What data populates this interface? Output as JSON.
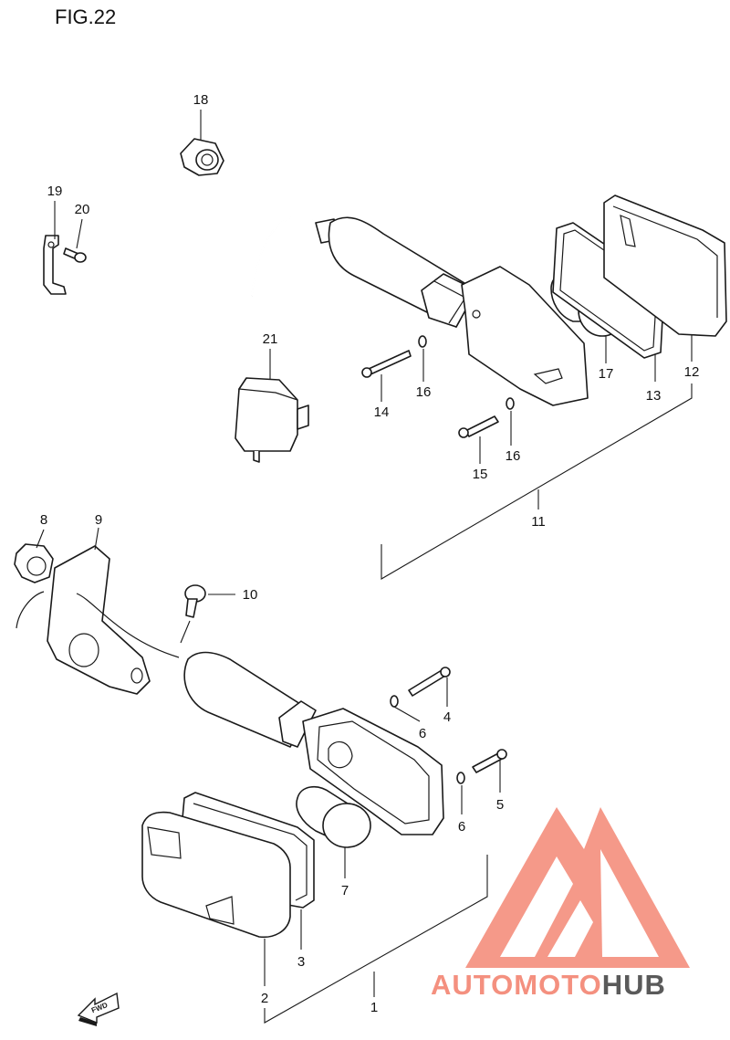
{
  "figure_title": "FIG.22",
  "callouts": {
    "c1": "1",
    "c2": "2",
    "c3": "3",
    "c4": "4",
    "c5": "5",
    "c6a": "6",
    "c6b": "6",
    "c7": "7",
    "c8": "8",
    "c9": "9",
    "c10": "10",
    "c11": "11",
    "c12": "12",
    "c13": "13",
    "c14": "14",
    "c15": "15",
    "c16a": "16",
    "c16b": "16",
    "c17": "17",
    "c18": "18",
    "c19": "19",
    "c20": "20",
    "c21": "21"
  },
  "fwd_label": "FWD",
  "watermark": {
    "part1": "AUTOMOTO",
    "part2": "HUB",
    "color_primary": "#f4907f",
    "color_secondary": "#5a5a5a"
  }
}
